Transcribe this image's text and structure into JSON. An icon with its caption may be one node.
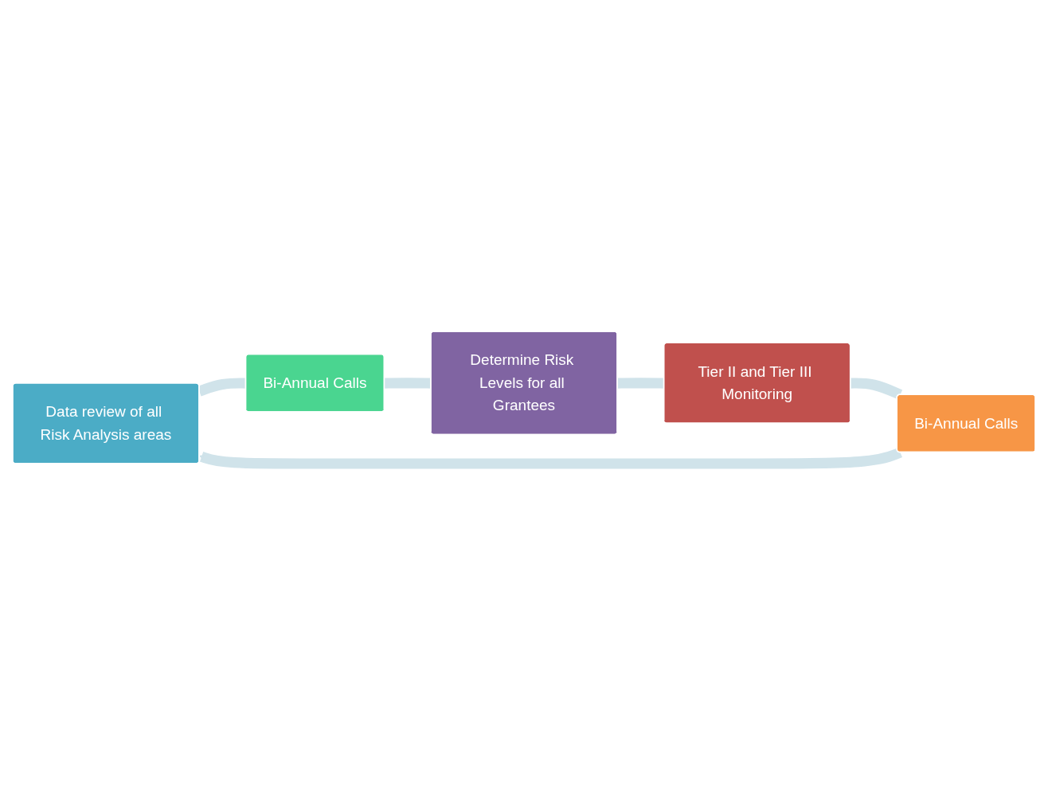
{
  "diagram": {
    "nodes": [
      {
        "text": [
          "Data review of all Risk Analysis areas"
        ]
      },
      {
        "text": [
          "Bi-Annual Calls"
        ]
      },
      {
        "text": [
          "Determine Risk Levels for all Grantees"
        ]
      },
      {
        "text": [
          "Tier II and Tier III Monitoring"
        ]
      },
      {
        "text": [
          "Bi-Annual Calls"
        ]
      }
    ],
    "edges": [
      {
        "from": 0,
        "to": 1,
        "arrow": "none"
      },
      {
        "from": 1,
        "to": 2,
        "arrow": "none"
      },
      {
        "from": 2,
        "to": 3,
        "arrow": "none"
      },
      {
        "from": 3,
        "to": 4,
        "arrow": "none"
      },
      {
        "from": 4,
        "to": 0,
        "arrow": "to"
      }
    ]
  }
}
